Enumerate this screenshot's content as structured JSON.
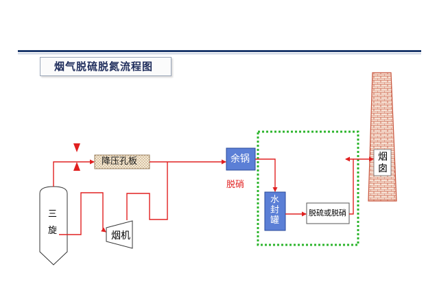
{
  "title": "烟气脱硫脱氮流程图",
  "nodes": {
    "cyclone": [
      "三",
      "旋"
    ],
    "orifice": "降压孔板",
    "fan": "烟机",
    "boiler": "余锅",
    "denox_note": "脱硝",
    "seal_tank": [
      "水",
      "封",
      "罐"
    ],
    "desulf": "脱硫或脱硝",
    "chimney": [
      "烟",
      "囱"
    ]
  },
  "colors": {
    "line": "#e02020",
    "blue_box": "#5b7fd6",
    "dotted_frame": "#2db52d",
    "brick": "#c8553d"
  }
}
